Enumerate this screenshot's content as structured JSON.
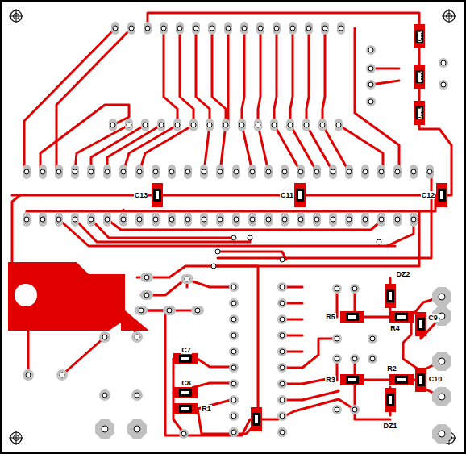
{
  "diagram": {
    "labels": [
      "1K0",
      "1K0",
      "1K0",
      "C13",
      "C11",
      "C12",
      "DZ2",
      "R5",
      "R4",
      "C9",
      "R3",
      "R2",
      "C10",
      "DZ1",
      "C7",
      "C8",
      "R1"
    ]
  }
}
